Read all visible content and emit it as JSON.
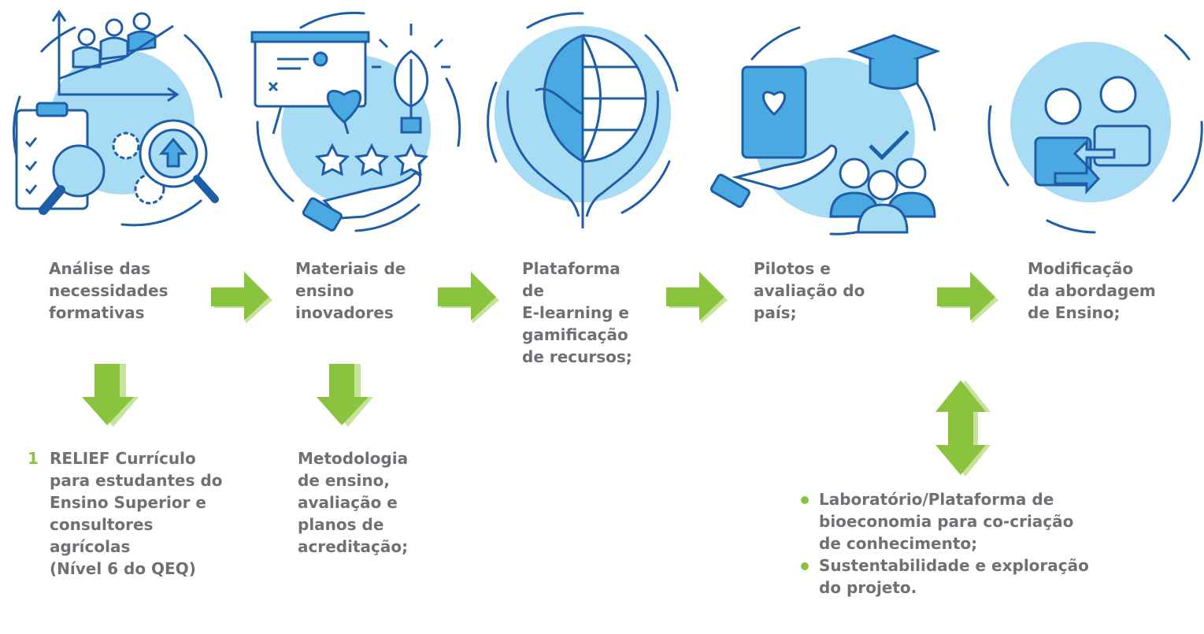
{
  "colors": {
    "accent_green": "#8ac43f",
    "light_green": "#c6e39b",
    "light_blue": "#a8dcf5",
    "mid_blue": "#4aa9e0",
    "line_blue": "#1e5ea8",
    "text_gray": "#6f7075"
  },
  "steps": [
    {
      "icon": "needs-analysis-icon",
      "lines": [
        "Análise das",
        "necessidades",
        "formativas"
      ]
    },
    {
      "icon": "teaching-materials-icon",
      "lines": [
        "Materiais de",
        "ensino",
        "inovadores"
      ]
    },
    {
      "icon": "elearning-globe-icon",
      "lines": [
        "Plataforma",
        "de",
        "E-learning e",
        "gamificação",
        "de recursos;"
      ]
    },
    {
      "icon": "pilots-evaluation-icon",
      "lines": [
        "Pilotos e",
        "avaliação do",
        "país;"
      ]
    },
    {
      "icon": "teaching-approach-icon",
      "lines": [
        "Modificação",
        "da abordagem",
        "de Ensino;"
      ]
    }
  ],
  "outputs": {
    "curriculum": {
      "number": "1",
      "lines": [
        "RELIEF Currículo",
        "para estudantes do",
        "Ensino Superior e",
        "consultores",
        "agrícolas",
        "(Nível 6 do QEQ)"
      ]
    },
    "methodology": {
      "lines": [
        "Metodologia",
        "de ensino,",
        "avaliação e",
        "planos de",
        "acreditação;"
      ]
    },
    "lab": {
      "bullets": [
        {
          "lines": [
            "Laboratório/Plataforma de",
            "bioeconomia para co-criação",
            "de conhecimento;"
          ]
        },
        {
          "lines": [
            "Sustentabilidade e exploração",
            "do projeto."
          ]
        }
      ]
    }
  }
}
